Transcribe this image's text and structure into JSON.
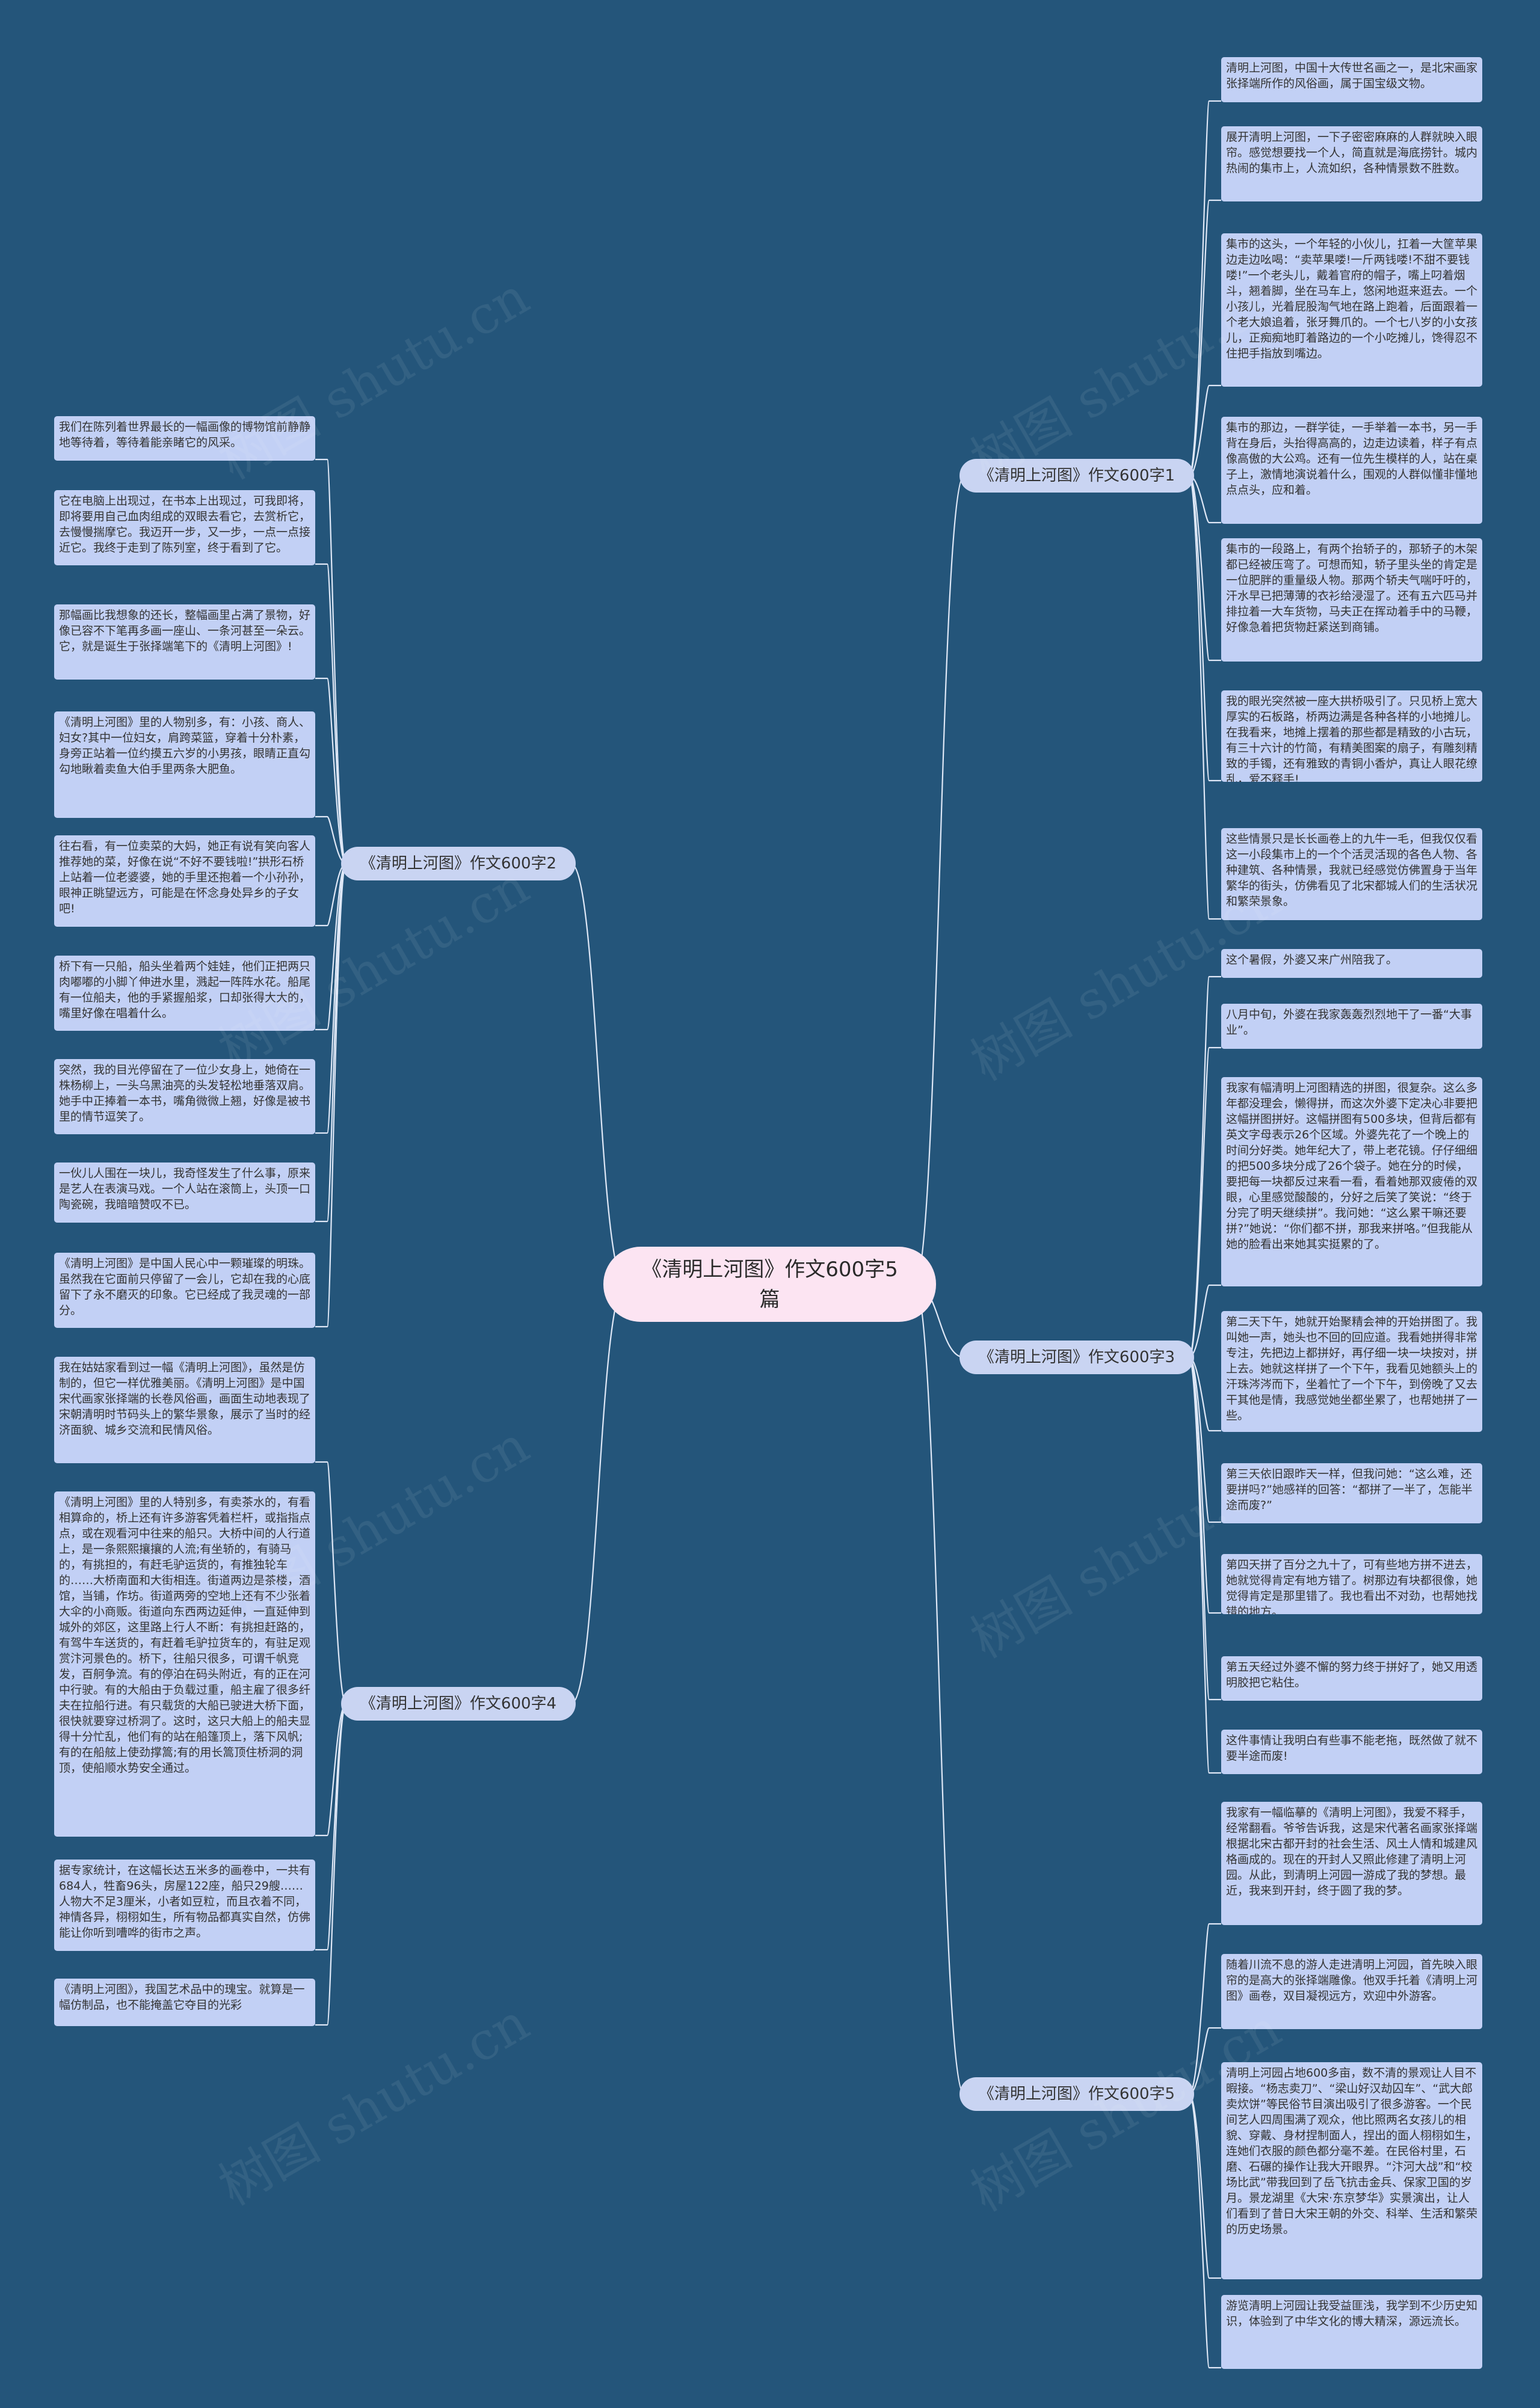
{
  "central": "《清明上河图》作文600字5篇",
  "watermark": "树图 shutu.cn",
  "branches": [
    {
      "label": "《清明上河图》作文600字1",
      "items": [
        "清明上河图，中国十大传世名画之一，是北宋画家张择端所作的风俗画，属于国宝级文物。",
        "展开清明上河图，一下子密密麻麻的人群就映入眼帘。感觉想要找一个人，简直就是海底捞针。城内热闹的集市上，人流如织，各种情景数不胜数。",
        "集市的这头，一个年轻的小伙儿，扛着一大筐苹果边走边吆喝：“卖苹果喽!一斤两钱喽!不甜不要钱喽!”一个老头儿，戴着官府的帽子，嘴上叼着烟斗，翘着脚，坐在马车上，悠闲地逛来逛去。一个小孩儿，光着屁股淘气地在路上跑着，后面跟着一个老大娘追着，张牙舞爪的。一个七八岁的小女孩儿，正痴痴地盯着路边的一个小吃摊儿，馋得忍不住把手指放到嘴边。",
        "集市的那边，一群学徒，一手举着一本书，另一手背在身后，头抬得高高的，边走边读着，样子有点像高傲的大公鸡。还有一位先生模样的人，站在桌子上，激情地演说着什么，围观的人群似懂非懂地点点头，应和着。",
        "集市的一段路上，有两个抬轿子的，那轿子的木架都已经被压弯了。可想而知，轿子里头坐的肯定是一位肥胖的重量级人物。那两个轿夫气喘吁吁的，汗水早已把薄薄的衣衫给浸湿了。还有五六匹马并排拉着一大车货物，马夫正在挥动着手中的马鞭，好像急着把货物赶紧送到商铺。",
        "我的眼光突然被一座大拱桥吸引了。只见桥上宽大厚实的石板路，桥两边满是各种各样的小地摊儿。在我看来，地摊上摆着的那些都是精致的小古玩，有三十六计的竹简，有精美图案的扇子，有雕刻精致的手镯，还有雅致的青铜小香炉，真让人眼花缭乱，爱不释手!",
        "这些情景只是长长画卷上的九牛一毛，但我仅仅看这一小段集市上的一个个活灵活现的各色人物、各种建筑、各种情景，我就已经感觉仿佛置身于当年繁华的街头，仿佛看见了北宋都城人们的生活状况和繁荣景象。"
      ]
    },
    {
      "label": "《清明上河图》作文600字2",
      "items": [
        "我们在陈列着世界最长的一幅画像的博物馆前静静地等待着，等待着能亲睹它的风采。",
        "它在电脑上出现过，在书本上出现过，可我即将，即将要用自己血肉组成的双眼去看它，去赏析它，去慢慢揣摩它。我迈开一步，又一步，一点一点接近它。我终于走到了陈列室，终于看到了它。",
        "那幅画比我想象的还长，整幅画里占满了景物，好像已容不下笔再多画一座山、一条河甚至一朵云。它，就是诞生于张择端笔下的《清明上河图》!",
        "《清明上河图》里的人物别多，有：小孩、商人、妇女?其中一位妇女，肩跨菜篮，穿着十分朴素，身旁正站着一位约摸五六岁的小男孩，眼睛正直勾勾地瞅着卖鱼大伯手里两条大肥鱼。",
        "往右看，有一位卖菜的大妈，她正有说有笑向客人推荐她的菜，好像在说“不好不要钱啦!”拱形石桥上站着一位老婆婆，她的手里还抱着一个小孙孙，眼神正眺望远方，可能是在怀念身处异乡的子女吧!",
        "桥下有一只船，船头坐着两个娃娃，他们正把两只肉嘟嘟的小脚丫伸进水里，溅起一阵阵水花。船尾有一位船夫，他的手紧握船浆，口却张得大大的，嘴里好像在唱着什么。",
        "突然，我的目光停留在了一位少女身上，她倚在一株杨柳上，一头乌黑油亮的头发轻松地垂落双肩。她手中正捧着一本书，嘴角微微上翘，好像是被书里的情节逗笑了。",
        "一伙儿人围在一块儿，我奇怪发生了什么事，原来是艺人在表演马戏。一个人站在滚筒上，头顶一口陶瓷碗，我暗暗赞叹不已。",
        "《清明上河图》是中国人民心中一颗璀璨的明珠。虽然我在它面前只停留了一会儿，它却在我的心底留下了永不磨灭的印象。它已经成了我灵魂的一部分。"
      ]
    },
    {
      "label": "《清明上河图》作文600字3",
      "items": [
        "这个暑假，外婆又来广州陪我了。",
        "八月中旬，外婆在我家轰轰烈烈地干了一番“大事业”。",
        "我家有幅清明上河图精选的拼图，很复杂。这么多年都没理会，懒得拼，而这次外婆下定决心非要把这幅拼图拼好。这幅拼图有500多块，但背后都有英文字母表示26个区域。外婆先花了一个晚上的时间分好类。她年纪大了，带上老花镜。仔仔细细的把500多块分成了26个袋子。她在分的时候，要把每一块都反过来看一看，看着她那双疲倦的双眼，心里感觉酸酸的，分好之后笑了笑说：“终于分完了明天继续拼”。我问她：“这么累干嘛还要拼?”她说：“你们都不拼，那我来拼咯。”但我能从她的脸看出来她其实挺累的了。",
        "第二天下午，她就开始聚精会神的开始拼图了。我叫她一声，她头也不回的回应道。我看她拼得非常专注，先把边上都拼好，再仔细一块一块按对，拼上去。她就这样拼了一个下午，我看见她额头上的汗珠涔涔而下，坐着忙了一个下午，到傍晚了又去干其他是情，我感觉她坐都坐累了，也帮她拼了一些。",
        "第三天依旧跟昨天一样，但我问她：“这么难，还要拼吗?”她感祥的回答：“都拼了一半了，怎能半途而废?”",
        "第四天拼了百分之九十了，可有些地方拼不进去，她就觉得肯定有地方错了。树那边有块都很像，她觉得肯定是那里错了。我也看出不对劲，也帮她找错的地方。",
        "第五天经过外婆不懈的努力终于拼好了，她又用透明胶把它粘住。",
        "这件事情让我明白有些事不能老拖，既然做了就不要半途而废!"
      ]
    },
    {
      "label": "《清明上河图》作文600字4",
      "items": [
        "我在姑姑家看到过一幅《清明上河图》，虽然是仿制的，但它一样优雅美丽。《清明上河图》是中国宋代画家张择端的长卷风俗画，画面生动地表现了宋朝清明时节码头上的繁华景象，展示了当时的经济面貌、城乡交流和民情风俗。",
        "《清明上河图》里的人特别多，有卖茶水的，有看相算命的，桥上还有许多游客凭着栏杆，或指指点点，或在观看河中往来的船只。大桥中间的人行道上，是一条熙熙攘攘的人流;有坐轿的，有骑马的，有挑担的，有赶毛驴运货的，有推独轮车的……大桥南面和大街相连。街道两边是茶楼，酒馆，当铺，作坊。街道两旁的空地上还有不少张着大伞的小商贩。街道向东西两边延伸，一直延伸到城外的郊区，这里路上行人不断：有挑担赶路的，有驾牛车送货的，有赶着毛驴拉货车的，有驻足观赏汴河景色的。桥下，往船只很多，可谓千帆竞发，百舸争流。有的停泊在码头附近，有的正在河中行驶。有的大船由于负载过重，船主雇了很多纤夫在拉船行进。有只载货的大船已驶进大桥下面，很快就要穿过桥洞了。这时，这只大船上的船夫显得十分忙乱，他们有的站在船篷顶上，落下风帆;有的在船舷上使劲撑篙;有的用长篙顶住桥洞的洞顶，使船顺水势安全通过。",
        "据专家统计，在这幅长达五米多的画卷中，一共有684人，牲畜96头，房屋122座，船只29艘……人物大不足3厘米，小者如豆粒，而且衣着不同，神情各异，栩栩如生，所有物品都真实自然，仿佛能让你听到嘈哗的街市之声。",
        "《清明上河图》，我国艺术品中的瑰宝。就算是一幅仿制品，也不能掩盖它夺目的光彩"
      ]
    },
    {
      "label": "《清明上河图》作文600字5",
      "items": [
        "我家有一幅临摹的《清明上河图》，我爱不释手，经常翻看。爷爷告诉我，这是宋代著名画家张择端根据北宋古都开封的社会生活、风土人情和城建风格画成的。现在的开封人又照此修建了清明上河园。从此，到清明上河园一游成了我的梦想。最近，我来到开封，终于圆了我的梦。",
        "随着川流不息的游人走进清明上河园，首先映入眼帘的是高大的张择端雕像。他双手托着《清明上河图》画卷，双目凝视远方，欢迎中外游客。",
        "清明上河园占地600多亩，数不清的景观让人目不暇接。“杨志卖刀”、“梁山好汉劫囚车”、“武大郎卖炊饼”等民俗节目演出吸引了很多游客。一个民间艺人四周围满了观众，他比照两名女孩儿的相貌、穿戴、身材捏制面人，捏出的面人栩栩如生，连她们衣服的颜色都分毫不差。在民俗村里，石磨、石碾的操作让我大开眼界。“汴河大战”和“校场比武”带我回到了岳飞抗击金兵、保家卫国的岁月。景龙湖里《大宋·东京梦华》实景演出，让人们看到了昔日大宋王朝的外交、科举、生活和繁荣的历史场景。",
        "游览清明上河园让我受益匪浅，我学到不少历史知识，体验到了中华文化的博大精深，源远流长。"
      ]
    }
  ]
}
